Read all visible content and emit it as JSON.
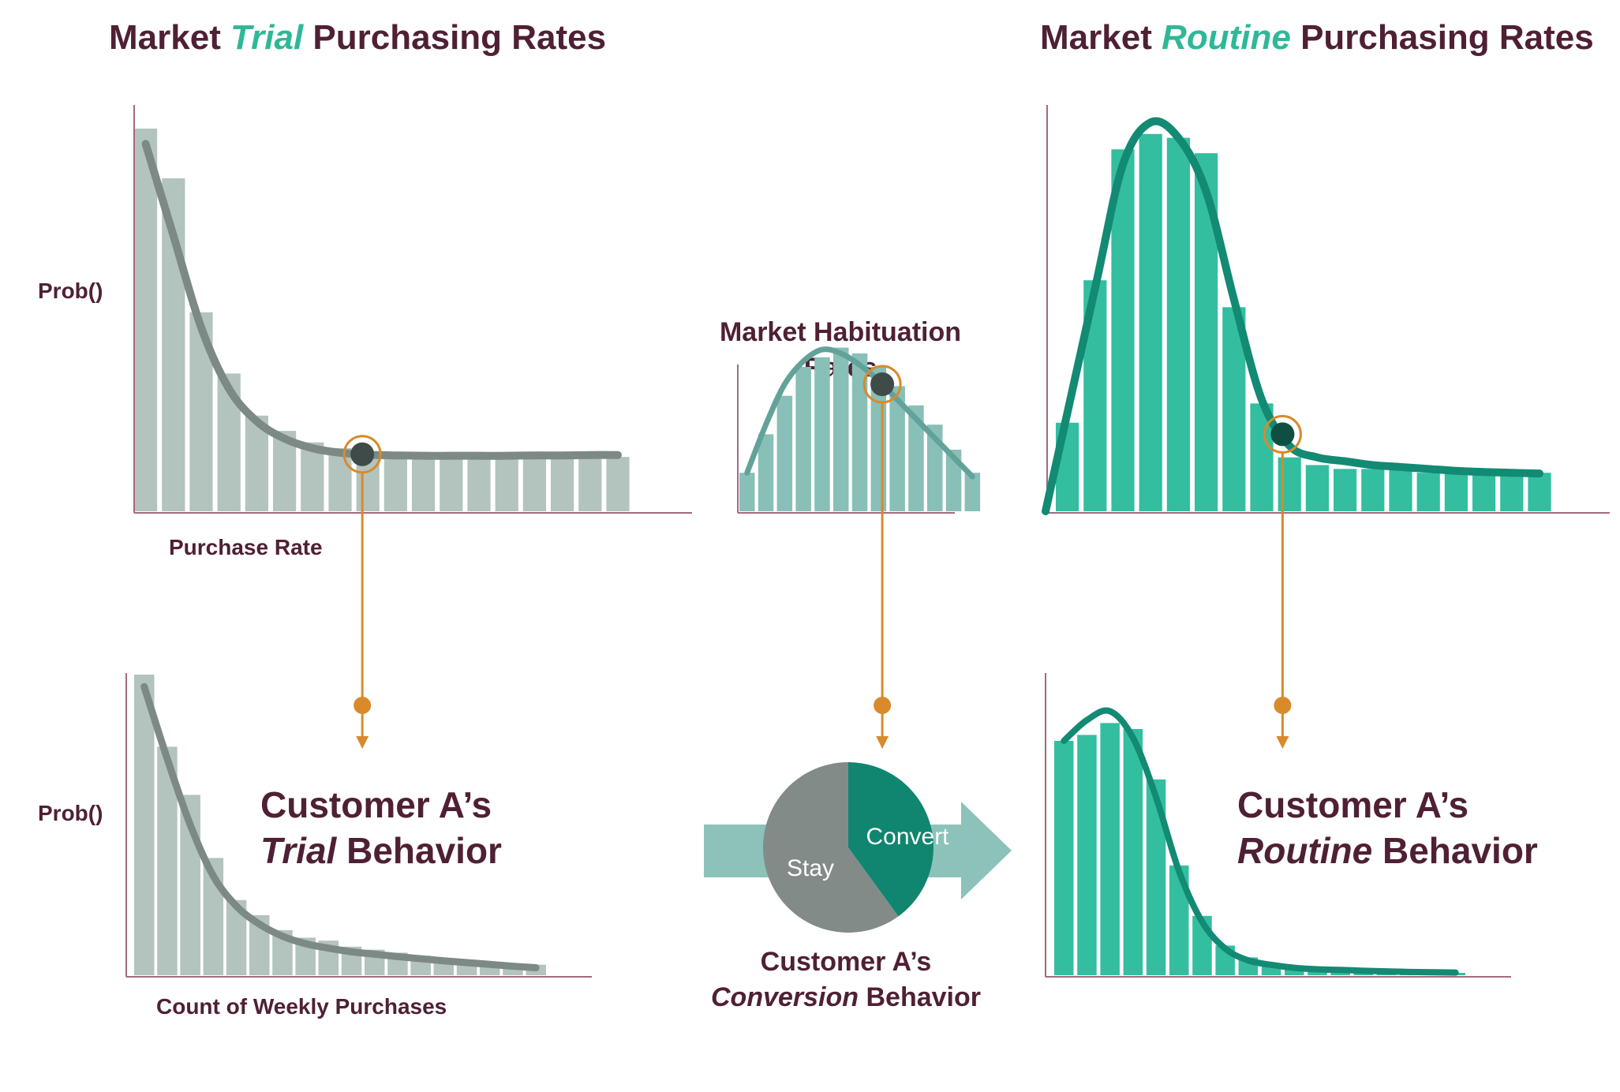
{
  "colors": {
    "maroon": "#4f2035",
    "teal_text": "#2fb898",
    "grey_bar": "#b3c3be",
    "grey_curve": "#7c8985",
    "teal_bar": "#33bea0",
    "teal_curve": "#138a73",
    "hab_bar": "#88bfb7",
    "hab_curve": "#63a29a",
    "orange": "#d98a2b",
    "dark_dot": "#3f4b48",
    "dark_teal_dot": "#0f4f42",
    "arrow": "#8cc2ba",
    "pie_convert": "#108670",
    "pie_stay": "#838b88",
    "axis": "#a26a80"
  },
  "titles": {
    "trial": {
      "pre": "Market ",
      "em": "Trial",
      "post": " Purchasing Rates"
    },
    "routine": {
      "pre": "Market ",
      "em": "Routine",
      "post": " Purchasing Rates"
    },
    "habituation": {
      "line1": "Market Habituation",
      "line2": "Rates"
    }
  },
  "labels": {
    "prob_top": "Prob()",
    "prob_bottom": "Prob()",
    "purchase_rate": "Purchase Rate",
    "count_weekly": "Count of Weekly Purchases"
  },
  "customer": {
    "trial": {
      "line1": "Customer A’s",
      "em": "Trial",
      "post": " Behavior"
    },
    "routine": {
      "line1": "Customer A’s",
      "em": "Routine",
      "post": " Behavior"
    },
    "conversion": {
      "line1": "Customer A’s",
      "em": "Conversion",
      "post": " Behavior"
    }
  },
  "pie": {
    "convert_label": "Convert",
    "stay_label": "Stay",
    "convert_share": 0.4
  },
  "chart_data": [
    {
      "id": "trial-market",
      "type": "bar",
      "values": [
        100,
        87,
        52,
        36,
        25,
        21,
        18,
        16.5,
        15.5,
        15,
        14.8,
        14.6,
        14.5,
        14.4,
        14.3,
        14.3,
        14.2,
        14.2
      ],
      "curve": [
        96,
        72,
        48,
        32,
        23.5,
        19,
        16.5,
        15.3,
        14.8,
        14.6,
        14.5,
        14.5,
        14.5,
        14.5,
        14.6,
        14.6,
        14.7,
        14.7
      ],
      "ylim": [
        0,
        100
      ],
      "marker_index": 7.8
    },
    {
      "id": "habituation",
      "type": "bar",
      "values": [
        20,
        40,
        60,
        75,
        80,
        85,
        82,
        75,
        65,
        55,
        45,
        32,
        20
      ],
      "curve": [
        20,
        45,
        66,
        78,
        84,
        82,
        76,
        68,
        58,
        48,
        38,
        28,
        18
      ],
      "ylim": [
        0,
        100
      ],
      "marker_index": 7.2
    },
    {
      "id": "routine-market",
      "type": "bar",
      "values": [
        23,
        60,
        94,
        98,
        97,
        93,
        53,
        28,
        14,
        12,
        11,
        11,
        11,
        10,
        10,
        10,
        10,
        10
      ],
      "curve": [
        0,
        58,
        90,
        101,
        97,
        83,
        55,
        29,
        17,
        14,
        13,
        12,
        11.5,
        11,
        10.5,
        10.2,
        10,
        9.8
      ],
      "ylim": [
        0,
        100
      ],
      "marker_index": 7.75
    },
    {
      "id": "trial-customer",
      "type": "bar",
      "values": [
        100,
        76,
        60,
        39,
        25,
        20,
        15,
        12.5,
        11.5,
        9.5,
        8.5,
        7.5,
        6.5,
        5.5,
        4.8,
        4.2,
        3.8,
        3.5
      ],
      "curve": [
        96,
        72,
        50,
        33,
        23,
        17,
        13,
        10.5,
        9,
        7.8,
        7,
        6.2,
        5.5,
        4.8,
        4.2,
        3.6,
        3.0,
        2.5
      ],
      "ylim": [
        0,
        100
      ]
    },
    {
      "id": "routine-customer",
      "type": "bar",
      "values": [
        79,
        81,
        85,
        83,
        66,
        37,
        20,
        10,
        6,
        4,
        3,
        2,
        1.5,
        1.2,
        1,
        1,
        0.8,
        0.8
      ],
      "curve": [
        79,
        86,
        89,
        80,
        60,
        35,
        18,
        9,
        5,
        3.5,
        2.5,
        2,
        1.8,
        1.5,
        1.3,
        1.1,
        1.0,
        0.9
      ],
      "ylim": [
        0,
        100
      ]
    }
  ]
}
